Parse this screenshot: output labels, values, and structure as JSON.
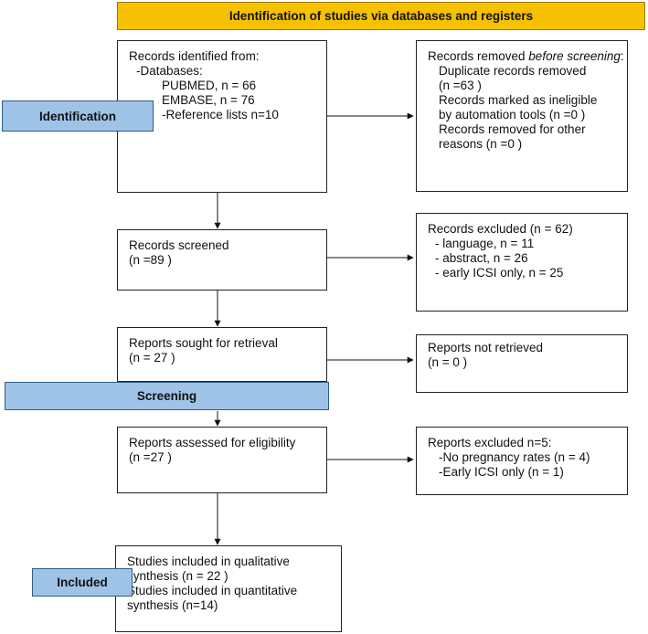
{
  "header": "Identification of studies via databases and registers",
  "phases": {
    "identification": "Identification",
    "screening": "Screening",
    "included": "Included"
  },
  "boxes": {
    "identified": {
      "lines": [
        "Records identified from:",
        "-Databases:",
        "PUBMED, n = 66",
        "EMBASE, n = 76",
        "-Reference lists n=10"
      ]
    },
    "removed": {
      "title_start": "Records removed ",
      "title_italic": "before screening",
      "title_end": ":",
      "lines": [
        "Duplicate records removed",
        "(n =63 )",
        "Records marked as ineligible",
        "by automation tools (n =0 )",
        "Records removed for other",
        "reasons (n =0 )"
      ]
    },
    "screened": {
      "lines": [
        "Records screened",
        "(n =89 )"
      ]
    },
    "excluded": {
      "lines": [
        "Records excluded (n = 62)",
        "- language, n = 11",
        "- abstract, n = 26",
        "- early ICSI only, n = 25"
      ]
    },
    "sought": {
      "lines": [
        "Reports sought for retrieval",
        "(n = 27 )"
      ]
    },
    "not_retrieved": {
      "lines": [
        "Reports not retrieved",
        "(n = 0 )"
      ]
    },
    "assessed": {
      "lines": [
        "Reports assessed for eligibility",
        "(n =27 )"
      ]
    },
    "reports_excluded": {
      "lines": [
        "Reports excluded n=5:",
        "-No pregnancy rates (n = 4)",
        "-Early ICSI only (n = 1)"
      ]
    },
    "included": {
      "lines": [
        "Studies included in qualitative",
        "synthesis (n = 22 )",
        "Studies included in quantitative",
        "synthesis (n=14)"
      ]
    }
  }
}
